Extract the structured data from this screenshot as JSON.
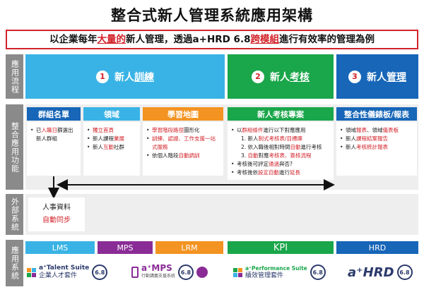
{
  "title": "整合式新人管理系統應用架構",
  "banner": {
    "p1": "以企業每年",
    "h1": "大量的",
    "p2": "新人管理，透過a+HRD 6.8",
    "h2": "跨模組",
    "p3": "進行有效率的管理為例"
  },
  "row_labels": {
    "application_flow": "應用流程",
    "integrated_functions": "整合應用功能",
    "external_systems": "外部系統",
    "application_systems": "應用系統"
  },
  "stages": [
    {
      "num": "1",
      "label_plain": "新人",
      "label_u": "訓練",
      "color": "#39b3e5"
    },
    {
      "num": "2",
      "label_plain": "新人",
      "label_u": "考核",
      "color": "#1aa64a"
    },
    {
      "num": "3",
      "label_plain": "新人",
      "label_u": "管理",
      "color": "#1766b8"
    }
  ],
  "modules": {
    "group_list": {
      "header": "群組名單",
      "items": [
        [
          {
            "t": "已"
          },
          {
            "t": "入職日",
            "r": true
          },
          {
            "t": "篩選出新人群組"
          }
        ]
      ]
    },
    "domain": {
      "header": "領域",
      "items": [
        [
          {
            "t": "獨立首頁",
            "r": true
          }
        ],
        [
          {
            "t": "新人課程"
          },
          {
            "t": "業展",
            "r": true
          }
        ],
        [
          {
            "t": "新人"
          },
          {
            "t": "互動",
            "r": true
          },
          {
            "t": "社群"
          }
        ]
      ]
    },
    "learning_map": {
      "header": "學習地圖",
      "items": [
        [
          {
            "t": "學習階段路徑",
            "r": true
          },
          {
            "t": "圖形化"
          }
        ],
        [
          {
            "t": "訓練、認證、工作支援一站式服務",
            "r": true
          }
        ],
        [
          {
            "t": "依個人階段"
          },
          {
            "t": "自動調訓",
            "r": true
          }
        ]
      ]
    },
    "assessment": {
      "header": "新人考核專案",
      "items": [
        {
          "segs": [
            {
              "t": "以"
            },
            {
              "t": "群組條件",
              "r": true
            },
            {
              "t": "進行以下對應應用"
            }
          ]
        },
        {
          "sub": true,
          "segs": [
            {
              "t": "1. 新人"
            },
            {
              "t": "制式考核表/目標庫",
              "r": true
            }
          ]
        },
        {
          "sub": true,
          "segs": [
            {
              "t": "2. 依入職後相對時間"
            },
            {
              "t": "自動",
              "r": true
            },
            {
              "t": "進行考核"
            }
          ]
        },
        {
          "sub": true,
          "segs": [
            {
              "t": "3. "
            },
            {
              "t": "自動",
              "r": true
            },
            {
              "t": "對應"
            },
            {
              "t": "考核表、簽核流程",
              "r": true
            }
          ]
        },
        {
          "segs": [
            {
              "t": "考核後可評定"
            },
            {
              "t": "通過",
              "r": true
            },
            {
              "t": "與否?"
            }
          ]
        },
        {
          "segs": [
            {
              "t": "考核後依"
            },
            {
              "t": "設定自動",
              "r": true
            },
            {
              "t": "進行"
            },
            {
              "t": "延長",
              "r": true
            }
          ]
        }
      ]
    },
    "dashboard": {
      "header": "整合性儀錶板/報表",
      "items": [
        [
          {
            "t": "領域"
          },
          {
            "t": "報表",
            "r": true
          },
          {
            "t": "、領域"
          },
          {
            "t": "儀表板",
            "r": true
          }
        ],
        [
          {
            "t": "新人"
          },
          {
            "t": "課程結案報告",
            "r": true
          }
        ],
        [
          {
            "t": "新人"
          },
          {
            "t": "考核統計報表",
            "r": true
          }
        ]
      ]
    }
  },
  "external": {
    "line1": "人事資料",
    "line2": "自動同步"
  },
  "systems": [
    {
      "label": "LMS",
      "color": "#39b3e5"
    },
    {
      "label": "MPS",
      "color": "#8a2c96"
    },
    {
      "label": "LRM",
      "color": "#f39321"
    },
    {
      "label": "KPI",
      "color": "#1aa64a"
    },
    {
      "label": "HRD",
      "color": "#1766b8"
    }
  ],
  "logos": {
    "lms": {
      "brand": "a⁺Talent Suite",
      "sub": "企業人才套件",
      "ver": "6.8"
    },
    "mps": {
      "brand": "a⁺MPS",
      "sub": "行動講義支援系統",
      "ver": "6.8"
    },
    "kpi": {
      "brand": "a⁺Performance Suite",
      "sub": "績效管理套件",
      "ver": "6.8"
    },
    "hrd": {
      "brand": "a⁺HRD",
      "ver": "6.8"
    }
  }
}
